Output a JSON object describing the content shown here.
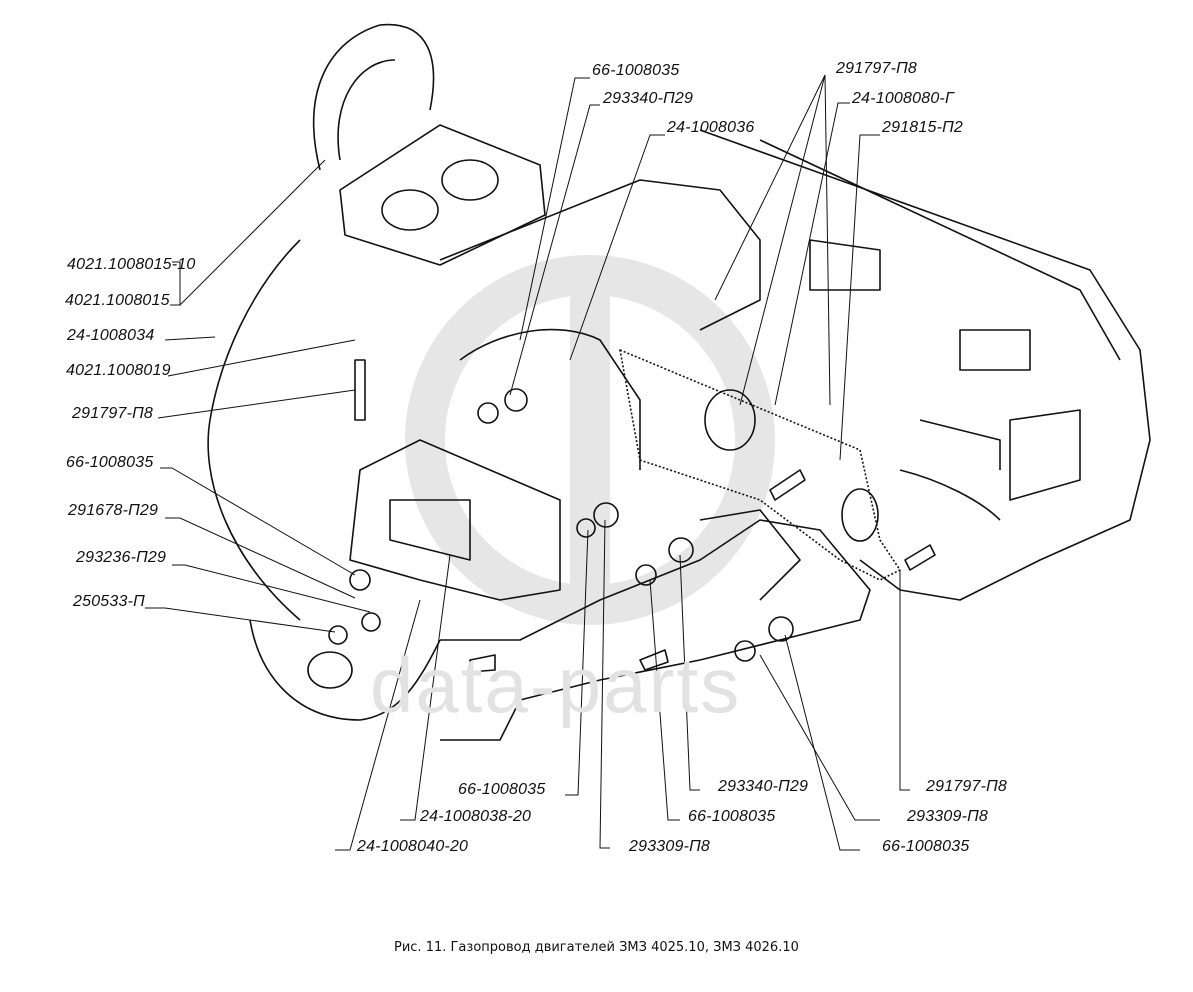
{
  "figure": {
    "caption": "Рис. 11. Газопровод двигателей ЗМЗ 4025.10, ЗМЗ 4026.10",
    "watermark": "data-parts"
  },
  "part_labels": {
    "top": [
      "66-1008035",
      "293340-П29",
      "24-1008036",
      "291797-П8",
      "24-1008080-Г",
      "291815-П2"
    ],
    "left": [
      "4021.1008015-10",
      "4021.1008015",
      "24-1008034",
      "4021.1008019",
      "291797-П8",
      "66-1008035",
      "291678-П29",
      "293236-П29",
      "250533-П"
    ],
    "bottom": [
      "66-1008035",
      "24-1008038-20",
      "24-1008040-20",
      "293309-П8",
      "66-1008035",
      "293340-П29",
      "291797-П8",
      "293309-П8",
      "66-1008035"
    ]
  }
}
